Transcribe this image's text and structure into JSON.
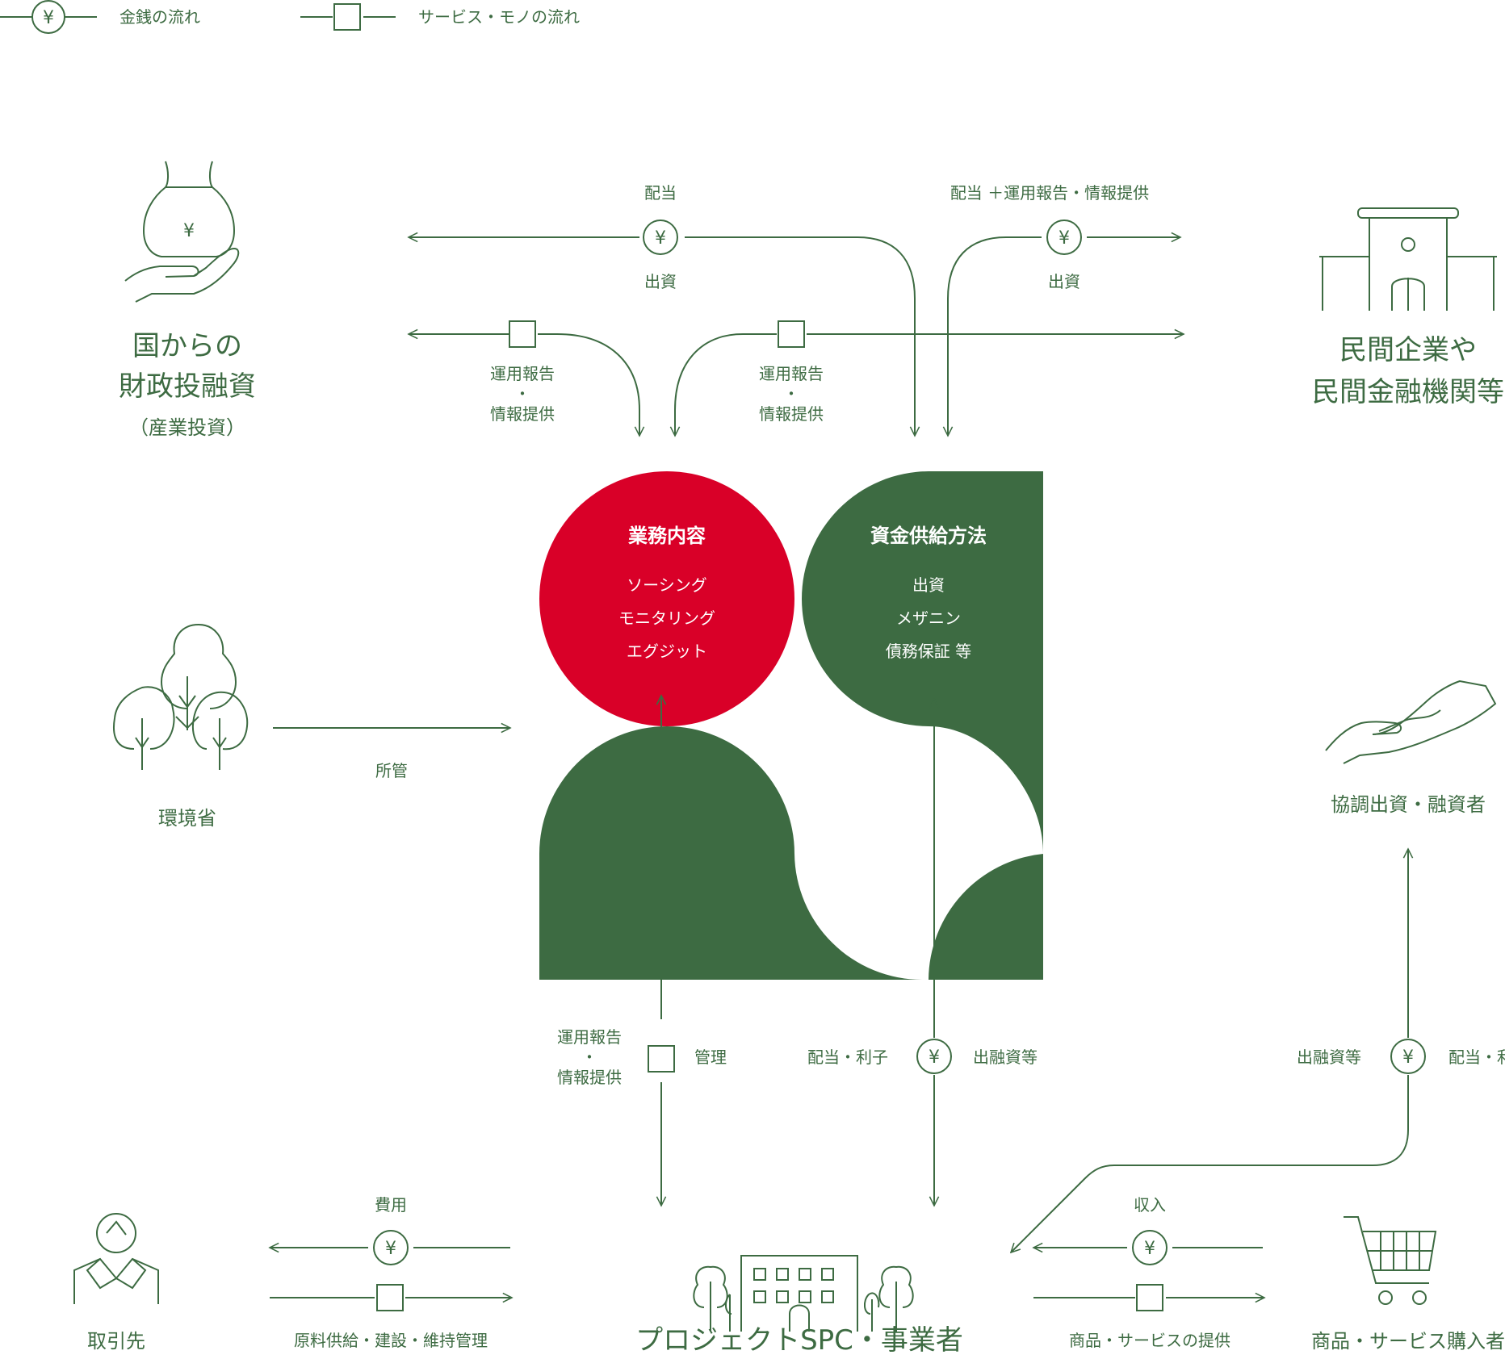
{
  "legend": {
    "money_symbol": "¥",
    "money_label": "金銭の流れ",
    "service_label": "サービス・モノの流れ"
  },
  "yen_symbol": "¥",
  "actors": {
    "national": {
      "line1": "国からの",
      "line2": "財政投融資",
      "line3": "（産業投資）",
      "icon": "money-bag-hand-icon"
    },
    "private": {
      "line1": "民間企業や",
      "line2": "民間金融機関等",
      "icon": "building-icon"
    },
    "ministry": {
      "label": "環境省",
      "icon": "trees-icon"
    },
    "co_investor": {
      "label": "協調出資・融資者",
      "icon": "handshake-icon"
    },
    "business_partner": {
      "label": "取引先",
      "icon": "businessperson-icon"
    },
    "project": {
      "label": "プロジェクトSPC・事業者",
      "icon": "buildings-trees-icon"
    },
    "buyer": {
      "label": "商品・サービス購入者",
      "icon": "shopping-cart-icon"
    }
  },
  "flows": {
    "top_left_money_above": "配当",
    "top_left_money_below": "出資",
    "top_right_money_above": "配当 ＋運用報告・情報提供",
    "top_right_money_below": "出資",
    "report_left_1": "運用報告",
    "report_left_dot": "・",
    "report_left_2": "情報提供",
    "report_center_1": "運用報告",
    "report_center_dot": "・",
    "report_center_2": "情報提供",
    "jurisdiction": "所管",
    "mgmt_report_1": "運用報告",
    "mgmt_report_dot": "・",
    "mgmt_report_2": "情報提供",
    "mgmt": "管理",
    "dividend_interest": "配当・利子",
    "investment_loans": "出融資等",
    "co_investment": "出融資等",
    "co_dividend": "配当・利子",
    "cost": "費用",
    "supply": "原料供給・建設・維持管理",
    "revenue": "収入",
    "provision": "商品・サービスの提供"
  },
  "center": {
    "operations_title": "業務内容",
    "operations_items": [
      "ソーシング",
      "モニタリング",
      "エグジット"
    ],
    "funding_title": "資金供給方法",
    "funding_items": [
      "出資",
      "メザニン",
      "債務保証 等"
    ]
  },
  "colors": {
    "green": "#3d6b42",
    "red": "#d90028",
    "white": "#ffffff"
  }
}
